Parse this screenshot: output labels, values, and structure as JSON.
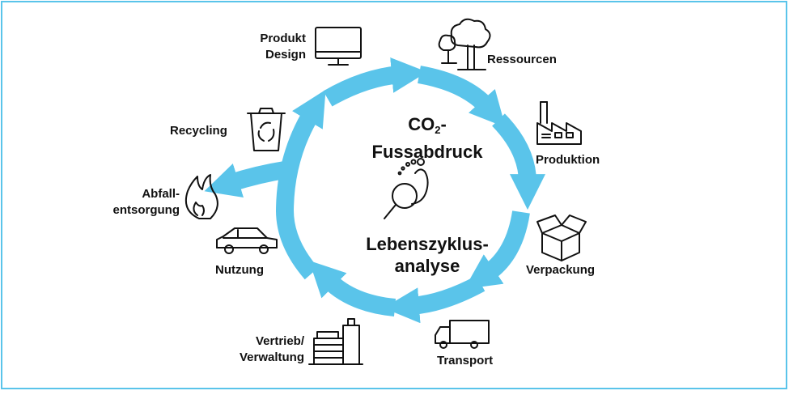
{
  "center": {
    "top_title": {
      "co": "CO",
      "sub": "2",
      "suffix": "-",
      "line2": "Fussabdruck"
    },
    "bottom_title": {
      "line1": "Lebenszyklus-",
      "line2": "analyse"
    }
  },
  "stages": {
    "produkt_design": {
      "line1": "Produkt",
      "line2": "Design"
    },
    "ressourcen": "Ressourcen",
    "produktion": "Produktion",
    "verpackung": "Verpackung",
    "transport": "Transport",
    "vertrieb": {
      "line1": "Vertrieb/",
      "line2": "Verwaltung"
    },
    "nutzung": "Nutzung",
    "abfall": {
      "line1": "Abfall-",
      "line2": "entsorgung"
    },
    "recycling": "Recycling"
  },
  "colors": {
    "arrow": "#5ac4ea",
    "border": "#5ac4ea",
    "icon": "#111111"
  },
  "icons": [
    "monitor-icon",
    "trees-icon",
    "factory-icon",
    "box-icon",
    "truck-icon",
    "building-icon",
    "car-icon",
    "fire-icon",
    "trash-recycle-icon",
    "footprint-magnifier-icon"
  ]
}
